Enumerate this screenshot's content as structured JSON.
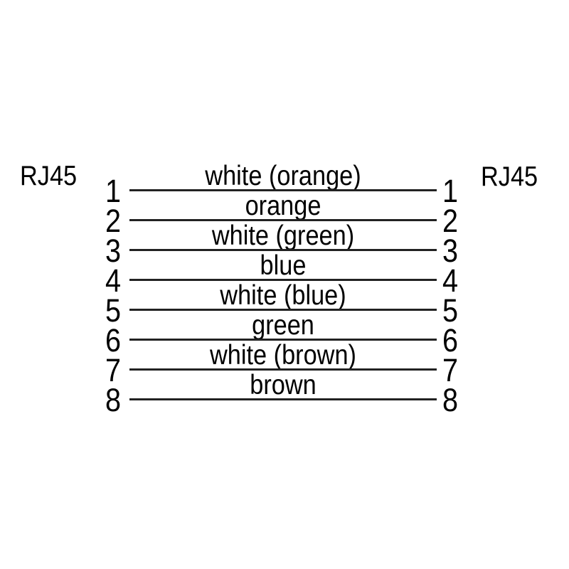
{
  "diagram": {
    "type": "cable-pinout",
    "connectors": {
      "left": "RJ45",
      "right": "RJ45"
    },
    "wires": [
      {
        "left_pin": "1",
        "right_pin": "1",
        "label": "white (orange)"
      },
      {
        "left_pin": "2",
        "right_pin": "2",
        "label": "orange"
      },
      {
        "left_pin": "3",
        "right_pin": "3",
        "label": "white (green)"
      },
      {
        "left_pin": "4",
        "right_pin": "4",
        "label": "blue"
      },
      {
        "left_pin": "5",
        "right_pin": "5",
        "label": "white (blue)"
      },
      {
        "left_pin": "6",
        "right_pin": "6",
        "label": "green"
      },
      {
        "left_pin": "7",
        "right_pin": "7",
        "label": "white (brown)"
      },
      {
        "left_pin": "8",
        "right_pin": "8",
        "label": "brown"
      }
    ],
    "colors": {
      "background": "#ffffff",
      "line": "#222222",
      "text": "#000000"
    }
  }
}
